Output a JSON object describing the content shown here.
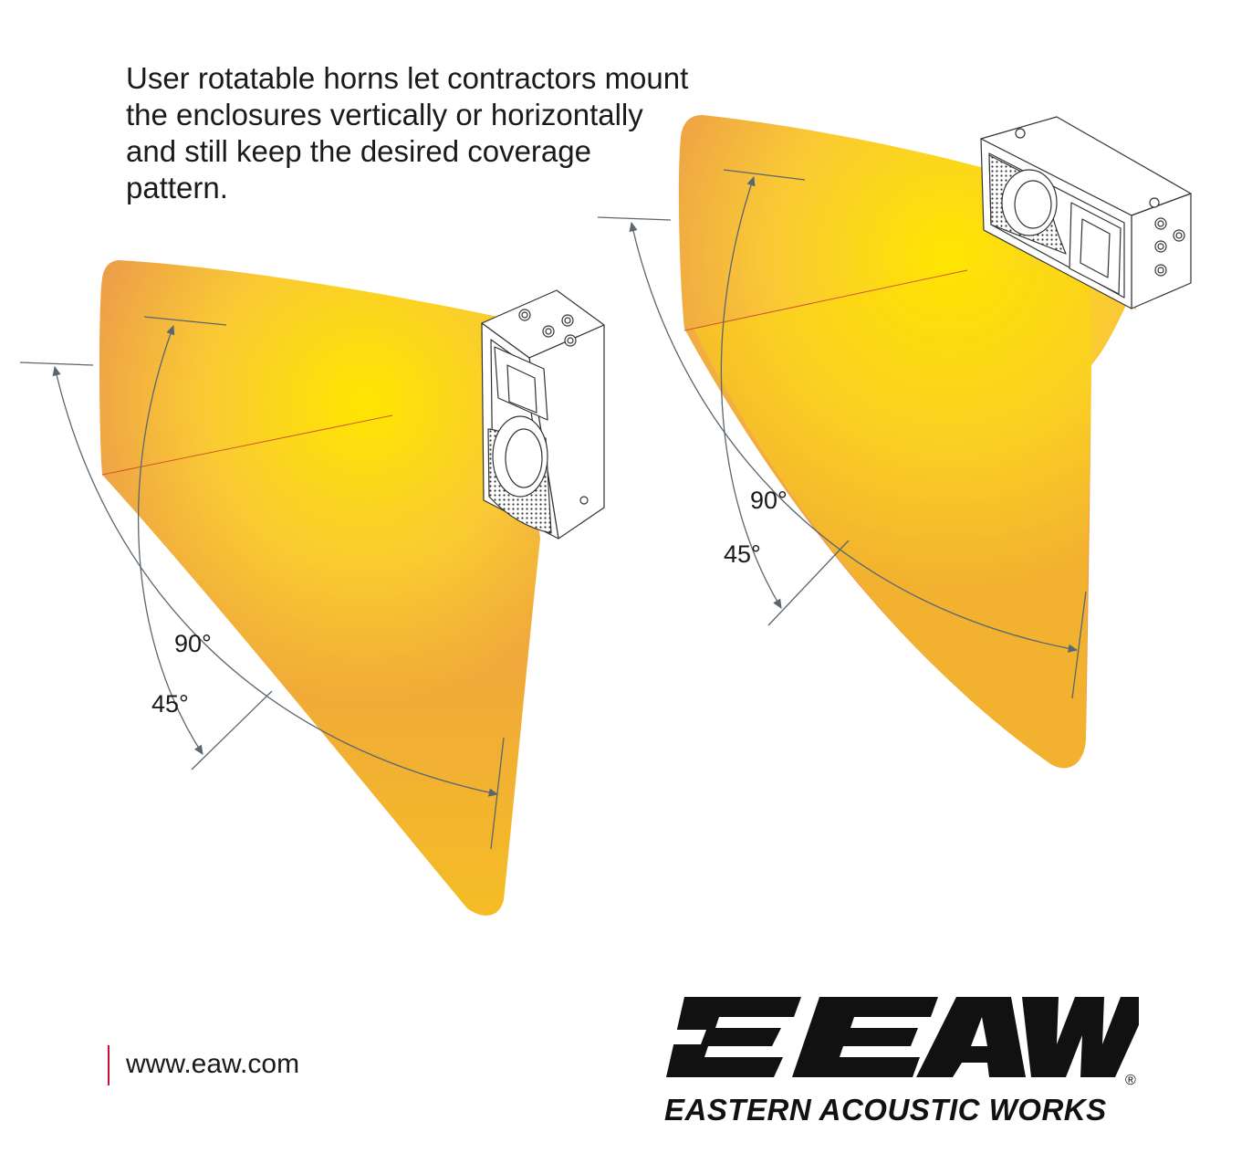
{
  "headline": "User rotatable horns let contractors mount the enclosures vertically or horizontally and still keep the desired coverage pattern.",
  "left_diagram": {
    "orientation": "vertical",
    "angle_outer": "90°",
    "angle_inner": "45°"
  },
  "right_diagram": {
    "orientation": "horizontal",
    "angle_outer": "90°",
    "angle_inner": "45°"
  },
  "footer": {
    "url": "www.eaw.com",
    "accent_color": "#c8102e"
  },
  "logo": {
    "wordmark": "EAW",
    "tagline": "EASTERN ACOUSTIC WORKS",
    "registered": "®"
  },
  "colors": {
    "beam_yellow": "#ffe000",
    "beam_orange": "#ec9a4a",
    "line_gray": "#5a6670"
  }
}
